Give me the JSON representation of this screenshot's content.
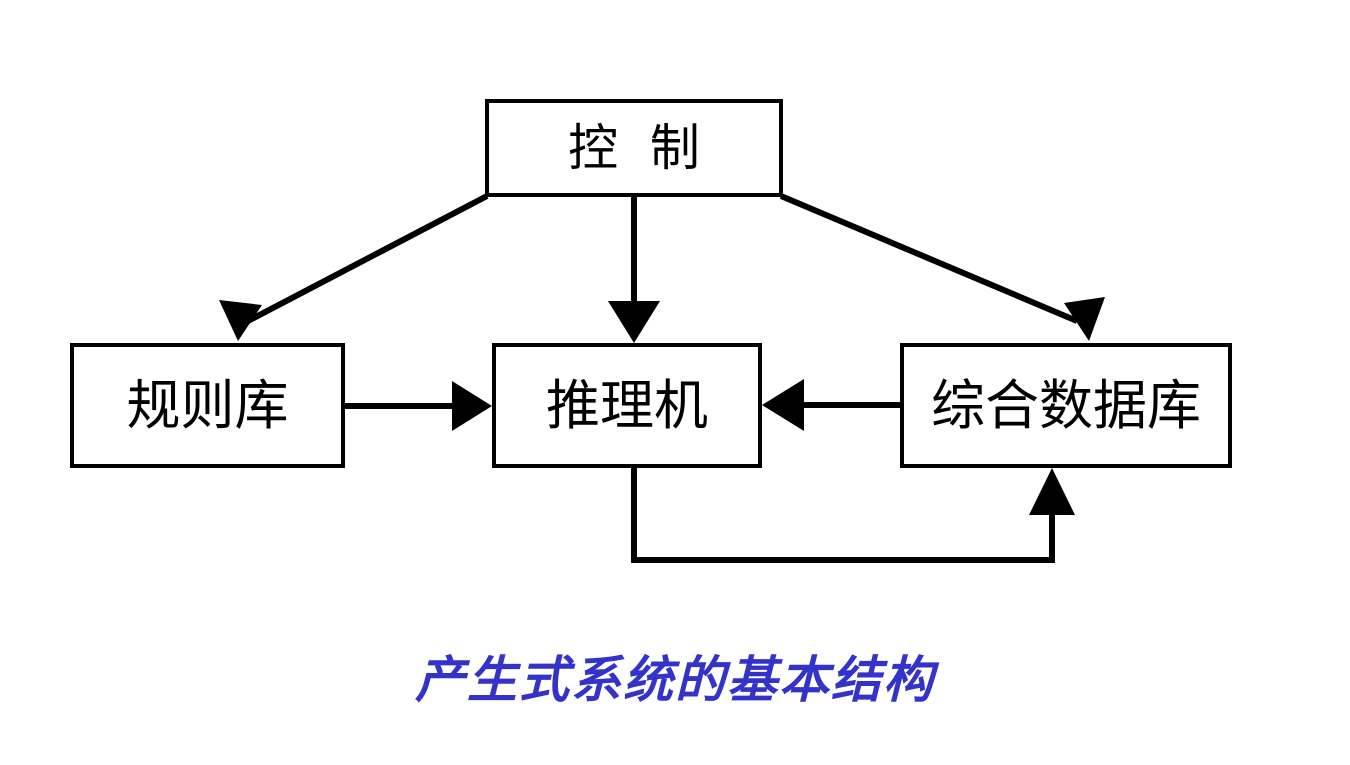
{
  "diagram": {
    "caption": "产生式系统的基本结构",
    "caption_color": "#3333cc",
    "line_color": "#000000",
    "background_color": "#ffffff",
    "nodes": [
      {
        "id": "control",
        "label": "控  制",
        "role": "control-unit"
      },
      {
        "id": "rulebase",
        "label": "规则库",
        "role": "rule-base"
      },
      {
        "id": "inference",
        "label": "推理机",
        "role": "inference-engine"
      },
      {
        "id": "database",
        "label": "综合数据库",
        "role": "global-database"
      }
    ],
    "edges": [
      {
        "id": "control-to-rulebase",
        "from": "control",
        "to": "rulebase",
        "style": "diagonal",
        "arrow": "to"
      },
      {
        "id": "control-to-inference",
        "from": "control",
        "to": "inference",
        "style": "vertical",
        "arrow": "to"
      },
      {
        "id": "control-to-database",
        "from": "control",
        "to": "database",
        "style": "diagonal",
        "arrow": "to"
      },
      {
        "id": "rulebase-to-inference",
        "from": "rulebase",
        "to": "inference",
        "style": "horizontal",
        "arrow": "to"
      },
      {
        "id": "database-to-inference",
        "from": "database",
        "to": "inference",
        "style": "horizontal",
        "arrow": "to"
      },
      {
        "id": "inference-to-database",
        "from": "inference",
        "to": "database",
        "style": "orthogonal-feedback",
        "arrow": "to"
      }
    ]
  }
}
